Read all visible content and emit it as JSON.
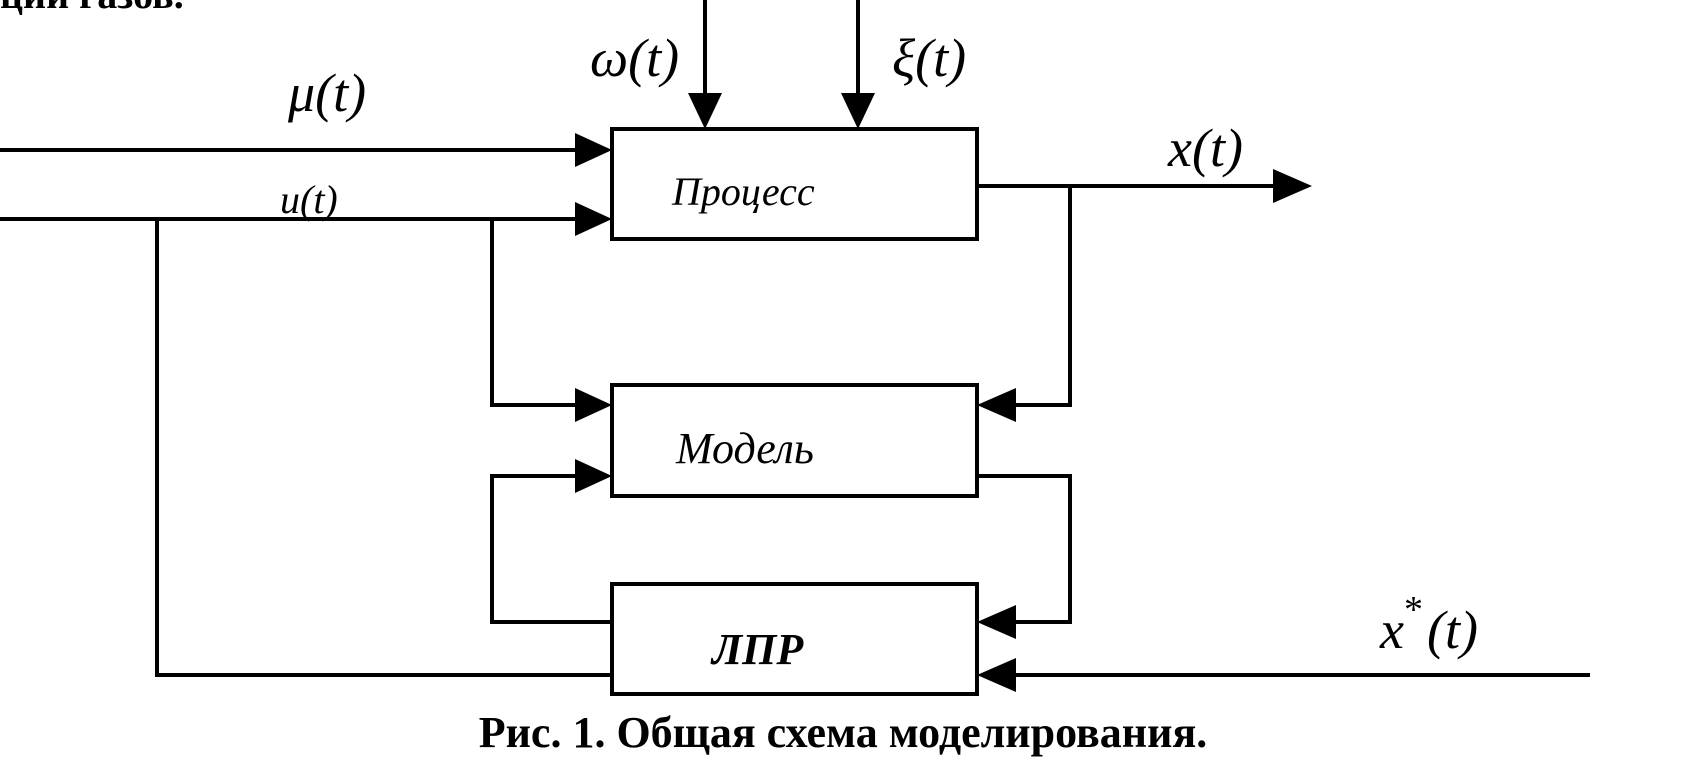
{
  "header_fragment": "ции газов.",
  "signals": {
    "omega": "ω(t)",
    "xi": "ξ(t)",
    "mu": "μ(t)",
    "u": "u(t)",
    "x": "x(t)",
    "x_star_base": "x",
    "x_star_sup": "*",
    "x_star_arg": "(t)"
  },
  "blocks": {
    "process": "Процесс",
    "model": "Модель",
    "dm": "ЛПР"
  },
  "caption": "Рис. 1. Общая схема моделирования."
}
